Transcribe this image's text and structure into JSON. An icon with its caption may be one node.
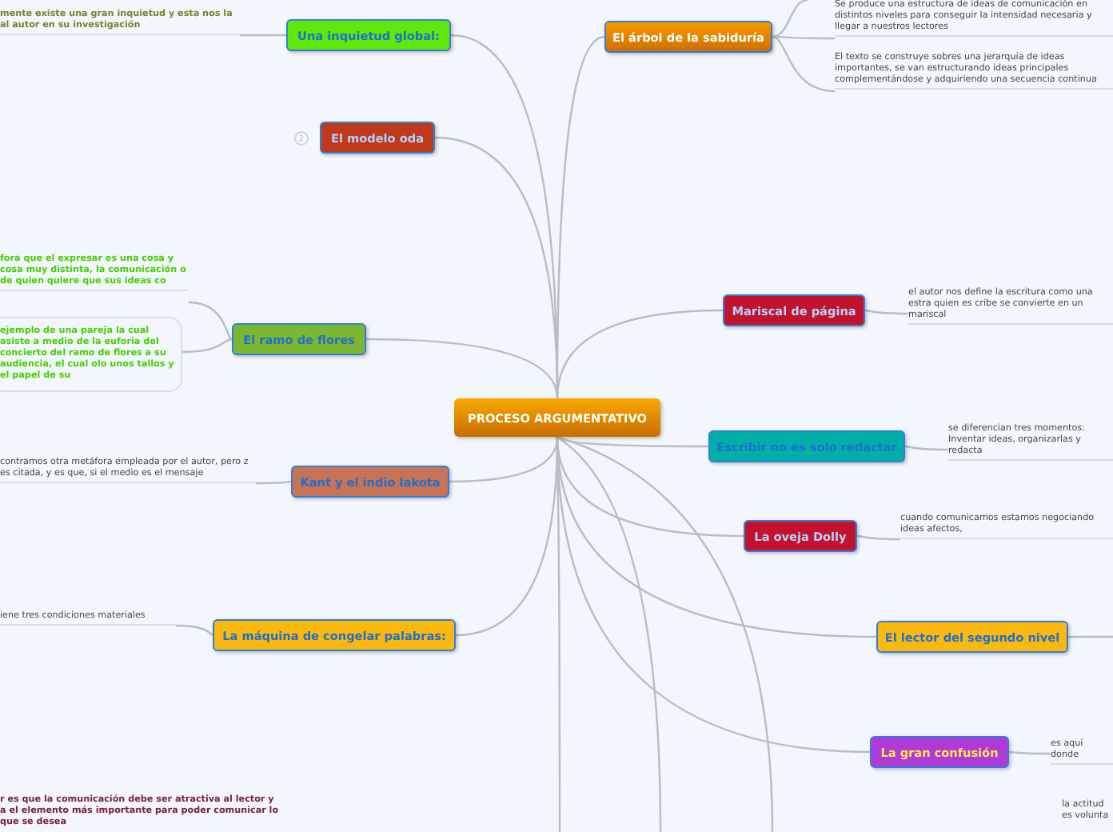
{
  "diagram": {
    "nodes": [
      {
        "text": [
          "PROCESO ARGUMENTATIVO"
        ]
      },
      {
        "text": [
          "Una inquietud global:"
        ]
      },
      {
        "text": [
          "El modelo oda"
        ]
      },
      {
        "text": [
          "El ramo de flores"
        ]
      },
      {
        "text": [
          "Kant y el indio lakota"
        ]
      },
      {
        "text": [
          "La máquina de congelar palabras:"
        ]
      },
      {
        "text": [
          "El árbol de la sabiduría"
        ]
      },
      {
        "text": [
          "Mariscal de página"
        ]
      },
      {
        "text": [
          "Escribir no es solo redactar"
        ]
      },
      {
        "text": [
          "La oveja Dolly"
        ]
      },
      {
        "text": [
          "El lector del segundo nivel"
        ]
      },
      {
        "text": [
          "La gran confusión"
        ]
      },
      {
        "text": [
          "mente existe una gran inquietud y esta nos la al autor en su investigación"
        ]
      },
      {
        "text": [
          "Se produce una estructura de ideas de comunicación en distintos niveles para conseguir la intensidad necesaria y llegar a nuestros lectores"
        ]
      },
      {
        "text": [
          "El texto se construye sobres una jerarquía de ideas importantes, se van estructurando ideas principales complementándose y adquiriendo una secuencia continua"
        ]
      },
      {
        "text": [
          "fora que el expresar es una cosa y cosa muy distinta, la comunicación o de quien quiere que sus ideas co"
        ]
      },
      {
        "text": [
          "ejemplo de una pareja la cual asiste a medio de la euforia del concierto del ramo de flores a su audiencia, el cual olo unos tallos y el papel de su"
        ]
      },
      {
        "text": [
          "contramos otra metáfora empleada por el autor, pero z es citada, y es que, si el medio es el mensaje"
        ]
      },
      {
        "text": [
          "el autor nos define la escritura como una estra quien es cribe se convierte en un mariscal"
        ]
      },
      {
        "text": [
          "se diferencian tres momentos: Inventar ideas, organizarlas y redacta"
        ]
      },
      {
        "text": [
          "cuando comunicamos estamos negociando ideas afectos,"
        ]
      },
      {
        "text": [
          "es aquí donde"
        ]
      },
      {
        "text": [
          "iene tres condiciones materiales"
        ]
      }
    ],
    "edges": [
      {
        "from": 0,
        "to": 1,
        "arrow": "none"
      },
      {
        "from": 0,
        "to": 2,
        "arrow": "none"
      },
      {
        "from": 0,
        "to": 3,
        "arrow": "none"
      },
      {
        "from": 0,
        "to": 4,
        "arrow": "none"
      },
      {
        "from": 0,
        "to": 5,
        "arrow": "none"
      },
      {
        "from": 0,
        "to": 6,
        "arrow": "none"
      },
      {
        "from": 0,
        "to": 7,
        "arrow": "none"
      },
      {
        "from": 0,
        "to": 8,
        "arrow": "none"
      },
      {
        "from": 0,
        "to": 9,
        "arrow": "none"
      },
      {
        "from": 0,
        "to": 10,
        "arrow": "none"
      },
      {
        "from": 0,
        "to": 11,
        "arrow": "none"
      },
      {
        "from": 1,
        "to": 12,
        "arrow": "none"
      },
      {
        "from": 6,
        "to": 13,
        "arrow": "none"
      },
      {
        "from": 6,
        "to": 14,
        "arrow": "none"
      },
      {
        "from": 3,
        "to": 15,
        "arrow": "none"
      },
      {
        "from": 3,
        "to": 16,
        "arrow": "none"
      },
      {
        "from": 4,
        "to": 17,
        "arrow": "none"
      },
      {
        "from": 7,
        "to": 18,
        "arrow": "none"
      },
      {
        "from": 8,
        "to": 19,
        "arrow": "none"
      },
      {
        "from": 9,
        "to": 20,
        "arrow": "none"
      },
      {
        "from": 11,
        "to": 21,
        "arrow": "none"
      },
      {
        "from": 5,
        "to": 22,
        "arrow": "none"
      },
      {
        "from": 6,
        "to": null,
        "arrow": "none"
      },
      {
        "from": 10,
        "to": null,
        "arrow": "none"
      },
      {
        "from": 0,
        "to": null,
        "arrow": "none"
      },
      {
        "from": 0,
        "to": null,
        "arrow": "none"
      },
      {
        "from": 0,
        "to": null,
        "arrow": "none"
      }
    ],
    "labels": [
      "2",
      "r es que la comunicación debe ser atractiva al lector y a el elemento más importante para poder comunicar lo que se desea",
      "la actitud es volunta"
    ]
  }
}
